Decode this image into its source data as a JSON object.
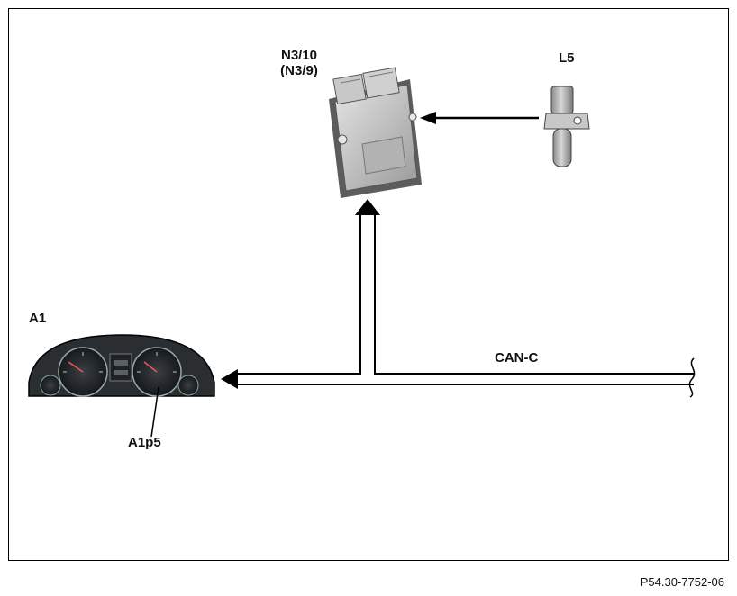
{
  "labels": {
    "ecu_id": "N3/10",
    "ecu_alt_id": "(N3/9)",
    "sensor_id": "L5",
    "cluster_id": "A1",
    "speedometer_id": "A1p5",
    "bus_name": "CAN-C"
  },
  "figure_ref": "P54.30-7752-06"
}
